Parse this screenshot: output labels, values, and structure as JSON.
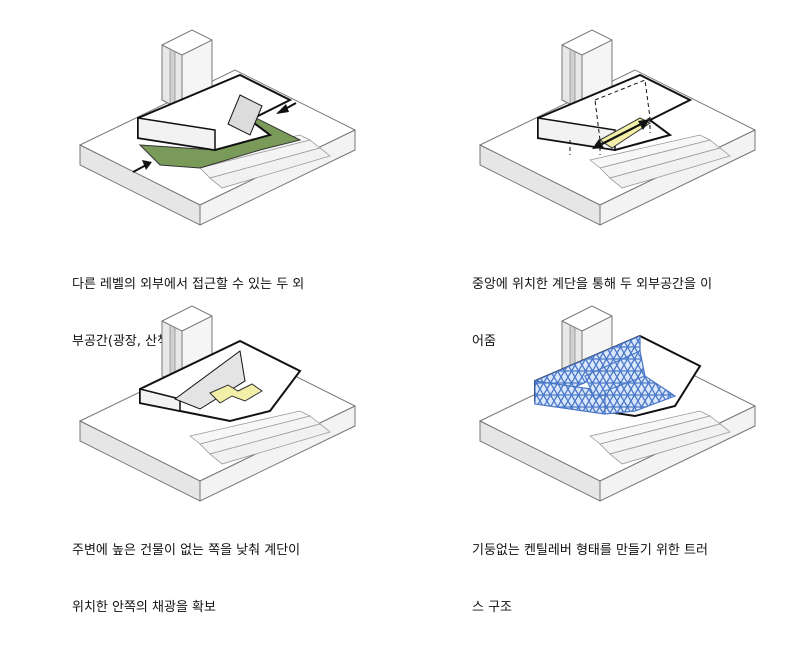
{
  "colors": {
    "block_face": "#ffffff",
    "block_side": "#eeeeee",
    "block_dark": "#d6d6d6",
    "outline": "#111111",
    "green_space": "#7a9a5a",
    "yellow_stair": "#f2f0a8",
    "blue_truss": "#4a78c8"
  },
  "panels": [
    {
      "id": "p1",
      "caption_lines": [
        "다른 레벨의 외부에서 접근할 수 있는 두 외",
        "부공간(광장, 산책로)"
      ]
    },
    {
      "id": "p2",
      "caption_lines": [
        "중앙에 위치한 계단을 통해 두 외부공간을 이",
        "어줌"
      ]
    },
    {
      "id": "p3",
      "caption_lines": [
        "주변에 높은 건물이 없는 쪽을 낮춰 계단이",
        "위치한 안쪽의 채광을 확보"
      ]
    },
    {
      "id": "p4",
      "caption_lines": [
        "기둥없는 켄틸레버 형태를 만들기 위한 트러",
        "스 구조"
      ]
    }
  ]
}
